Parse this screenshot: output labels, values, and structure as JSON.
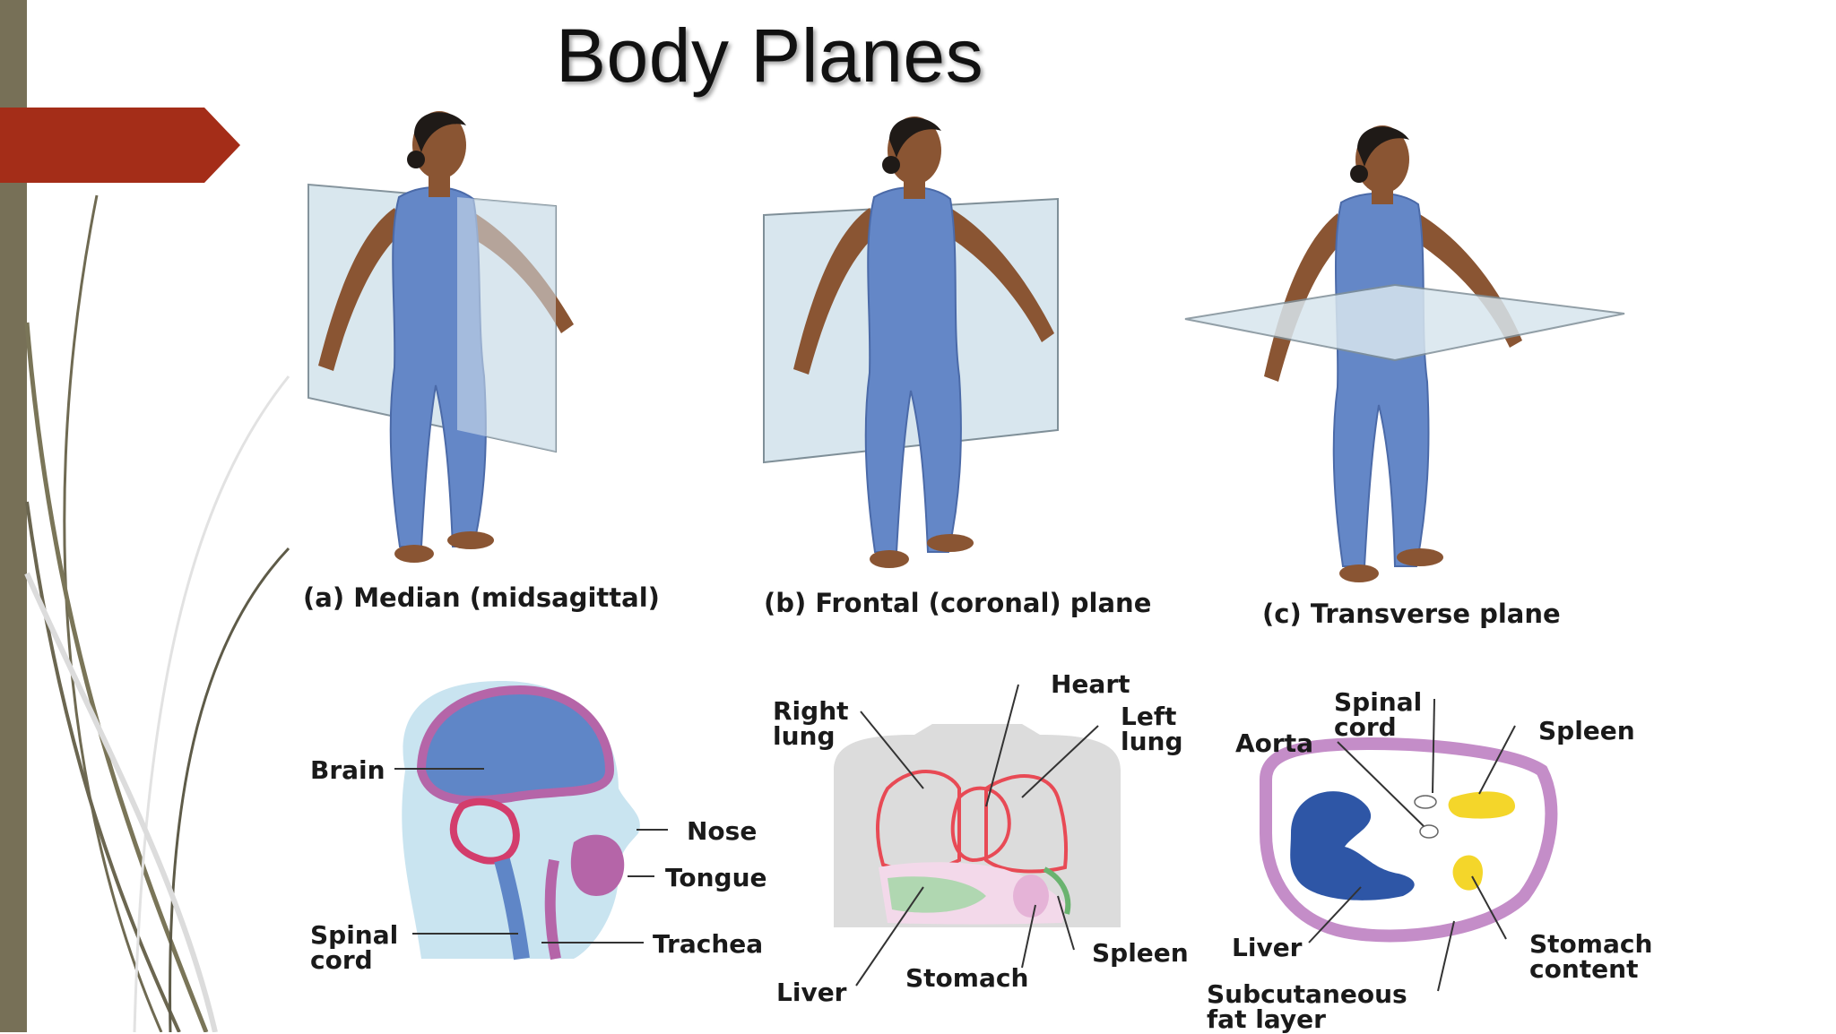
{
  "slide": {
    "title": "Body Planes",
    "colors": {
      "left_bar": "#777057",
      "arrow_accent": "#a42d18",
      "bodysuit": "#6487c7",
      "skin": "#8a5533",
      "plane_fill": "#d8e6ee",
      "tissue_pink": "#b565a8",
      "lung_red": "#e84a55"
    }
  },
  "figures": {
    "median_caption_prefix": "(a)",
    "median_caption": "Median (midsagittal)",
    "frontal_caption_prefix": "(b)",
    "frontal_caption": "Frontal (coronal) plane",
    "transverse_caption_prefix": "(c)",
    "transverse_caption": "Transverse plane"
  },
  "sections": {
    "sagittal": {
      "brain": "Brain",
      "nose": "Nose",
      "tongue": "Tongue",
      "spinal_cord": "Spinal\ncord",
      "trachea": "Trachea"
    },
    "frontal": {
      "heart": "Heart",
      "right_lung": "Right\nlung",
      "left_lung": "Left\nlung",
      "liver": "Liver",
      "stomach": "Stomach",
      "spleen": "Spleen"
    },
    "transverse": {
      "spinal_cord": "Spinal\ncord",
      "aorta": "Aorta",
      "spleen": "Spleen",
      "liver": "Liver",
      "stomach_content": "Stomach\ncontent",
      "subcutaneous_fat": "Subcutaneous\nfat layer"
    }
  }
}
